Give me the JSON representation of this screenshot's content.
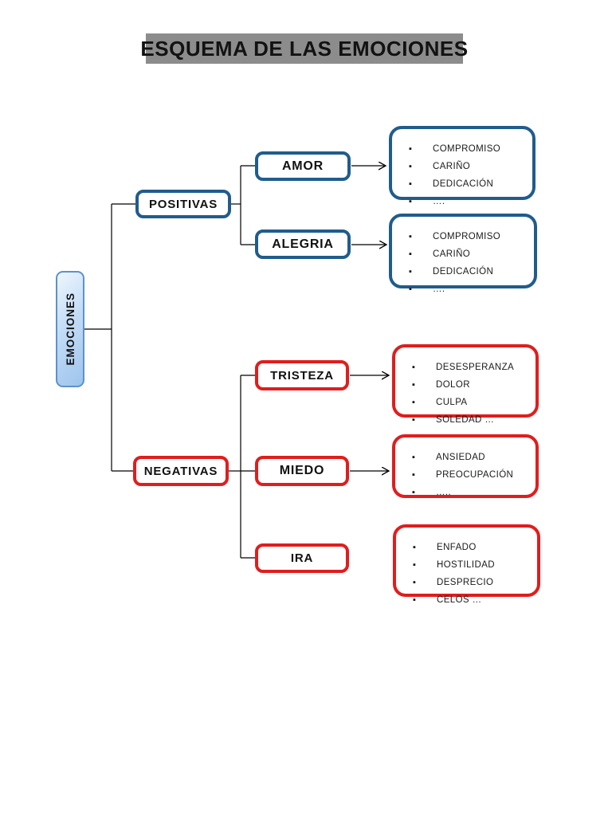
{
  "title": "ESQUEMA DE LAS EMOCIONES",
  "root": {
    "label": "EMOCIONES"
  },
  "branches": {
    "positivas": {
      "label": "POSITIVAS"
    },
    "negativas": {
      "label": "NEGATIVAS"
    }
  },
  "nodes": {
    "amor": {
      "label": "AMOR"
    },
    "alegria": {
      "label": "ALEGRIA"
    },
    "tristeza": {
      "label": "TRISTEZA"
    },
    "miedo": {
      "label": "MIEDO"
    },
    "ira": {
      "label": "IRA"
    }
  },
  "lists": {
    "amor": {
      "items": [
        "COMPROMISO",
        "CARIÑO",
        "DEDICACIÓN",
        "…."
      ]
    },
    "alegria": {
      "items": [
        "COMPROMISO",
        "CARIÑO",
        "DEDICACIÓN",
        "…."
      ]
    },
    "tristeza": {
      "items": [
        "DESESPERANZA",
        "DOLOR",
        "CULPA",
        "SOLEDAD  …"
      ]
    },
    "miedo": {
      "items": [
        "ANSIEDAD",
        "PREOCUPACIÓN",
        "….."
      ]
    },
    "ira": {
      "items": [
        "ENFADO",
        "HOSTILIDAD",
        "DESPRECIO",
        "CELOS  …"
      ]
    }
  },
  "bullet_glyph": "▪",
  "colors": {
    "positive_border": "#205c8c",
    "negative_border": "#e01d1d",
    "title_background": "#8c8c8c",
    "root_border": "#5d92c9",
    "root_fill": "#b9d5f2",
    "connector": "#000000"
  }
}
